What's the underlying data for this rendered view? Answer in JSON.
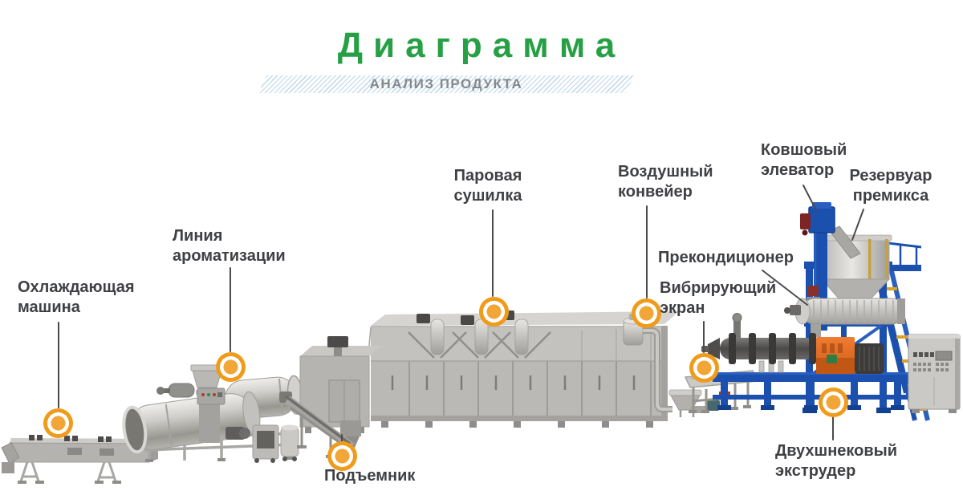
{
  "title": "Диаграмма",
  "subtitle": "АНАЛИЗ ПРОДУКТА",
  "colors": {
    "accent_green": "#27a045",
    "marker_orange": "#ef9b1b",
    "band_stripe_blue": "#bcd7ea",
    "subtitle_gray": "#85898e",
    "label_text": "#3f4043",
    "machine_blue": "#1c50ae",
    "gearbox_orange": "#e0661f",
    "machine_gray": "#b5b4b0"
  },
  "labels": [
    {
      "id": "cooling-machine",
      "text": "Охлаждающая\nмашина"
    },
    {
      "id": "flavoring-line",
      "text": "Линия\nароматизации"
    },
    {
      "id": "steam-dryer",
      "text": "Паровая\nсушилка"
    },
    {
      "id": "air-conveyor",
      "text": "Воздушный\nконвейер"
    },
    {
      "id": "bucket-elevator",
      "text": "Ковшовый\nэлеватор"
    },
    {
      "id": "premix-tank",
      "text": "Резервуар\nпремикса"
    },
    {
      "id": "preconditioner",
      "text": "Прекондиционер"
    },
    {
      "id": "vibrating-screen",
      "text": "Вибрирующий\nэкран"
    },
    {
      "id": "hoist",
      "text": "Подъемник"
    },
    {
      "id": "twin-screw-extruder",
      "text": "Двухшнековый\nэкструдер"
    }
  ]
}
